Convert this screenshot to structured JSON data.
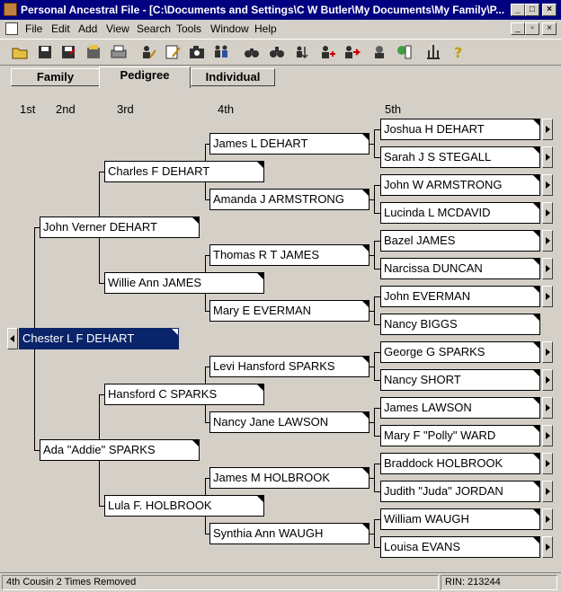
{
  "window": {
    "title": "Personal Ancestral File - [C:\\Documents and Settings\\C W Butler\\My Documents\\My Family\\P..."
  },
  "menu": [
    "File",
    "Edit",
    "Add",
    "View",
    "Search",
    "Tools",
    "Window",
    "Help"
  ],
  "toolbar": [
    "open-icon",
    "save-icon",
    "save-as-icon",
    "backup-icon",
    "print-icon",
    "edit-individual-icon",
    "edit-notes-icon",
    "multimedia-icon",
    "family-icon",
    "find-icon",
    "search-icon",
    "sort-icon",
    "add-person-icon",
    "compare-icon",
    "web-icon",
    "tree-icon",
    "help-icon"
  ],
  "tabs": [
    "Family",
    "Pedigree",
    "Individual"
  ],
  "generations": [
    "1st",
    "2nd",
    "3rd",
    "4th",
    "5th"
  ],
  "people": {
    "root": "Chester L F DEHART",
    "g2": [
      "John Verner DEHART",
      "Ada \"Addie\" SPARKS"
    ],
    "g3": [
      "Charles F DEHART",
      "Willie Ann JAMES",
      "Hansford C SPARKS",
      "Lula F. HOLBROOK"
    ],
    "g4": [
      "James L DEHART",
      "Amanda J ARMSTRONG",
      "Thomas R T JAMES",
      "Mary E EVERMAN",
      "Levi Hansford SPARKS",
      "Nancy Jane LAWSON",
      "James M HOLBROOK",
      "Synthia Ann WAUGH"
    ],
    "g5": [
      "Joshua H DEHART",
      "Sarah J S STEGALL",
      "John W ARMSTRONG",
      "Lucinda L MCDAVID",
      "Bazel JAMES",
      "Narcissa DUNCAN",
      "John EVERMAN",
      "Nancy BIGGS",
      "George G SPARKS",
      "Nancy SHORT",
      "James LAWSON",
      "Mary F \"Polly\" WARD",
      "Braddock HOLBROOK",
      "Judith \"Juda\" JORDAN",
      "William WAUGH",
      "Louisa EVANS"
    ]
  },
  "status": {
    "relationship": "4th Cousin 2 Times Removed",
    "rin": "RIN: 213244"
  },
  "colors": {
    "titlebar": "#000080",
    "selected": "#0a246a"
  }
}
